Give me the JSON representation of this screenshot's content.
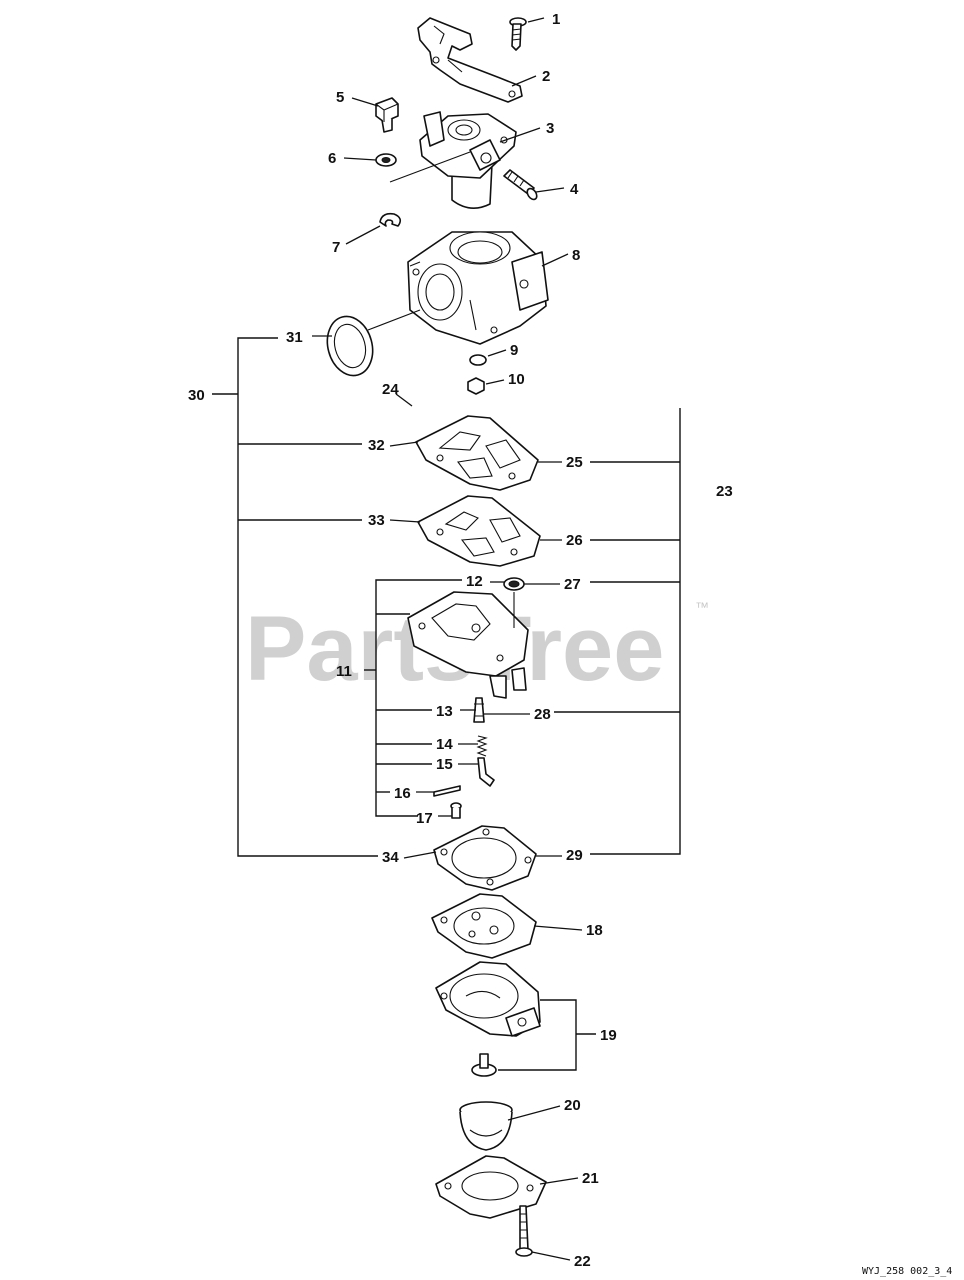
{
  "watermark": {
    "text": "PartsTree",
    "trademark": "™"
  },
  "drawing_code": "WYJ_258 002_3_4",
  "callouts": {
    "c1": "1",
    "c2": "2",
    "c3": "3",
    "c4": "4",
    "c5": "5",
    "c6": "6",
    "c7": "7",
    "c8": "8",
    "c9": "9",
    "c10": "10",
    "c11": "11",
    "c12": "12",
    "c13": "13",
    "c14": "14",
    "c15": "15",
    "c16": "16",
    "c17": "17",
    "c18": "18",
    "c19": "19",
    "c20": "20",
    "c21": "21",
    "c22": "22",
    "c23": "23",
    "c24": "24",
    "c25": "25",
    "c26": "26",
    "c27": "27",
    "c28": "28",
    "c29": "29",
    "c30": "30",
    "c31": "31",
    "c32": "32",
    "c33": "33",
    "c34": "34"
  }
}
